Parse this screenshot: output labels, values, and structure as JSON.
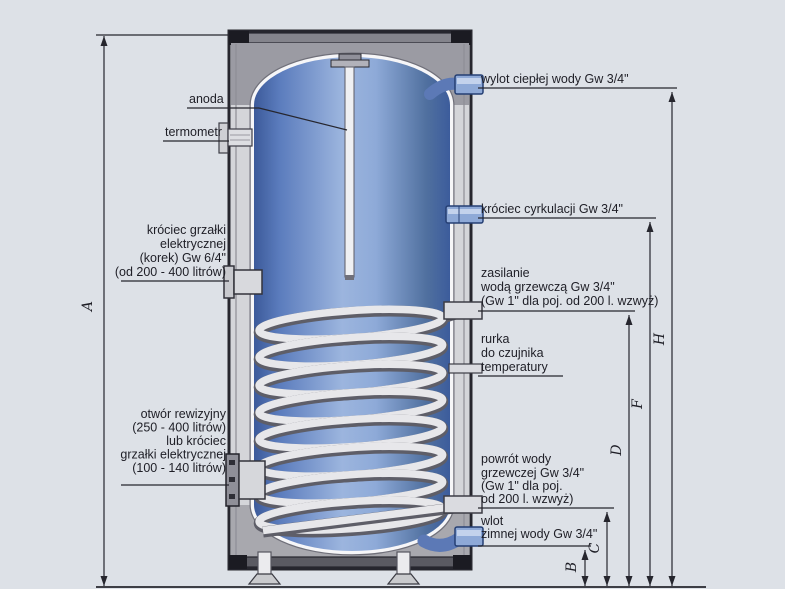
{
  "diagram": {
    "left_labels": {
      "anoda": "anoda",
      "termometr": "termometr",
      "grzalka": [
        "króciec grzałki",
        "elektrycznej",
        "(korek) Gw 6/4\"",
        "(od 200 - 400 litrów)"
      ],
      "otwor": [
        "otwór rewizyjny",
        "(250 - 400 litrów)",
        "lub króciec",
        "grzałki elektrycznej",
        "(100 - 140 litrów)"
      ]
    },
    "right_labels": {
      "wylot": [
        "wylot ciepłej wody Gw 3/4\""
      ],
      "cyrkulacja": [
        "króciec cyrkulacji Gw 3/4\""
      ],
      "zasilanie": [
        "zasilanie",
        "wodą grzewczą Gw 3/4\"",
        "(Gw 1\" dla poj. od 200 l. wzwyż)"
      ],
      "rurka": [
        "rurka",
        "do czujnika",
        "temperatury"
      ],
      "powrot": [
        "powrót wody",
        "grzewczej Gw 3/4\"",
        "(Gw 1\" dla poj.",
        "od 200 l. wzwyż)"
      ],
      "wlot": [
        "wlot",
        "zimnej wody Gw 3/4\""
      ]
    },
    "dimensions": {
      "A": "A",
      "B": "B",
      "C": "C",
      "D": "D",
      "F": "F",
      "H": "H"
    },
    "colors": {
      "background": "#dde1e7",
      "tank_blue_dark": "#415f9e",
      "tank_blue_light": "#9cb5de",
      "casing_gray": "#d4d5d9",
      "insulation_gray": "#9b9ba3",
      "port_blue": "#8ea9d7",
      "coil_light": "#e7e7ea",
      "coil_shadow": "#5e5e68",
      "line": "#26262e"
    }
  }
}
